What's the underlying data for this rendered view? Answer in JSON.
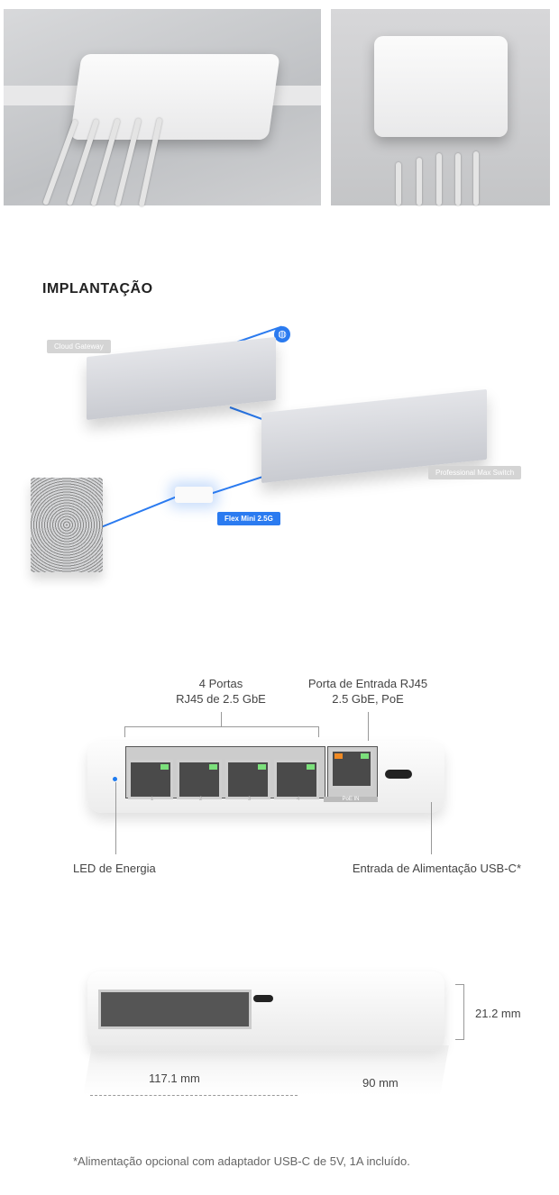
{
  "section_title": "IMPLANTAÇÃO",
  "diagram": {
    "cloud_gateway": "Cloud Gateway",
    "pro_max_switch": "Professional Max Switch",
    "flex_mini": "Flex Mini 2.5G",
    "accent": "#2b7bf0"
  },
  "front_view": {
    "label_ports": [
      "4 Portas",
      "RJ45 de 2.5 GbE"
    ],
    "label_uplink": [
      "Porta de Entrada RJ45",
      "2.5 GbE, PoE"
    ],
    "port_numbers": [
      "1",
      "2",
      "3",
      "4"
    ],
    "poe_label": "PoE IN",
    "led_label": "LED de Energia",
    "usb_label": "Entrada de Alimentação USB-C*"
  },
  "dimensions": {
    "height": "21.2 mm",
    "width": "117.1 mm",
    "depth": "90 mm"
  },
  "footnote": "*Alimentação opcional com adaptador USB-C de 5V, 1A incluído."
}
